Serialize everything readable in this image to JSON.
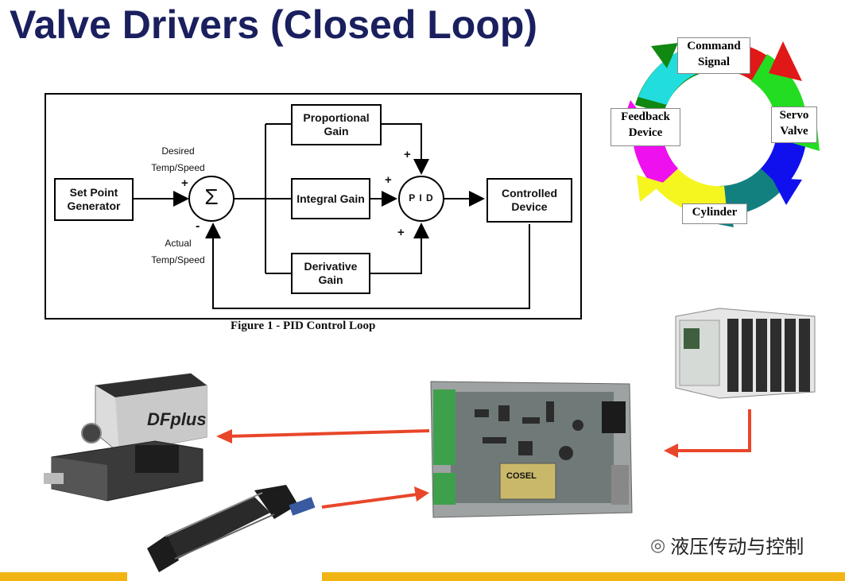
{
  "title": "Valve Drivers (Closed Loop)",
  "pid_diagram": {
    "set_point": "Set Point Generator",
    "desired": "Desired Temp/Speed",
    "actual": "Actual Temp/Speed",
    "sum_symbol": "Σ",
    "plus": "+",
    "minus": "-",
    "proportional": "Proportional Gain",
    "integral": "Integral Gain",
    "derivative": "Derivative Gain",
    "pid": "P I D",
    "controlled_device": "Controlled Device",
    "caption": "Figure 1 - PID Control Loop"
  },
  "cycle": {
    "command": "Command Signal",
    "servo": "Servo Valve",
    "cylinder": "Cylinder",
    "feedback": "Feedback Device"
  },
  "photos": {
    "valve_brand": "DFplus",
    "board_brand": "COSEL"
  },
  "watermark": "液压传动与控制",
  "colors": {
    "title": "#1a1f5e",
    "arrow": "#e8462a",
    "bar": "#f2b414"
  }
}
